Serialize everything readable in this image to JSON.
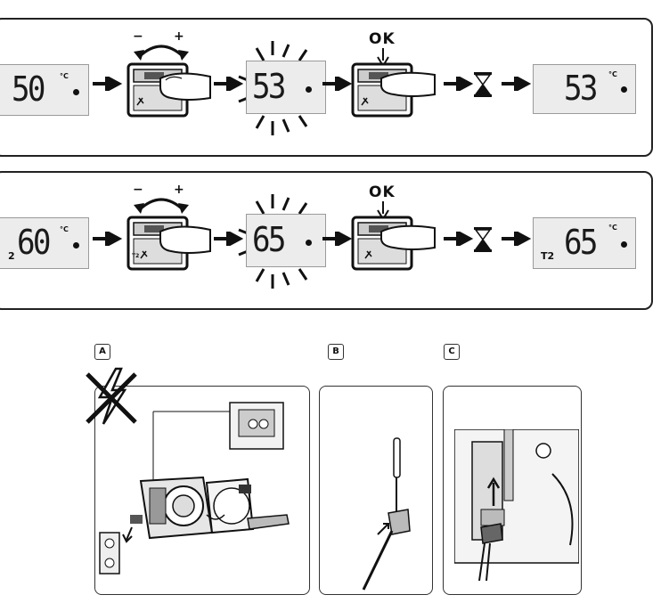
{
  "row1": {
    "start_value": "50",
    "start_unit": "°C",
    "minus_label": "−",
    "plus_label": "+",
    "flash_value": "53",
    "ok_label": "OK",
    "end_value": "53",
    "end_unit": "°C"
  },
  "row2": {
    "start_prefix": "2",
    "start_value": "60",
    "start_unit": "°C",
    "minus_label": "−",
    "plus_label": "+",
    "device_tag": "T2",
    "flash_value": "65",
    "ok_label": "OK",
    "end_prefix": "T2",
    "end_value": "65",
    "end_unit": "°C"
  },
  "panels": {
    "a_label": "A",
    "b_label": "B",
    "c_label": "C"
  }
}
